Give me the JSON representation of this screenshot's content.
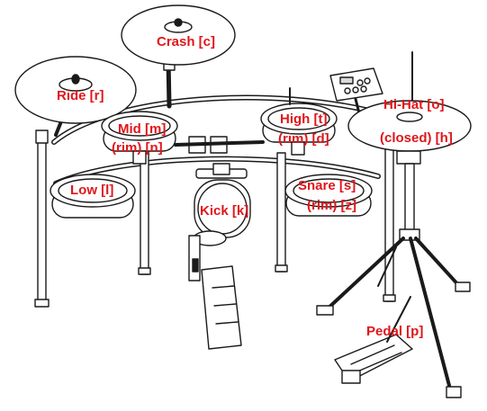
{
  "style": {
    "label_color": "#e0161b",
    "line_color": "#1a1a1a",
    "fill_color": "#ffffff",
    "shade_color": "#d9d9d9"
  },
  "labels": {
    "crash": "Crash [c]",
    "ride": "Ride [r]",
    "mid": "Mid [m]",
    "mid_rim": "(rim) [n]",
    "high": "High [t]",
    "high_rim": "(rim) [d]",
    "hihat": "Hi-Hat [o]",
    "hihat_closed": "(closed) [h]",
    "low": "Low [l]",
    "snare": "Snare [s]",
    "snare_rim": "(rim) [z]",
    "kick": "Kick [k]",
    "pedal": "Pedal [p]"
  }
}
